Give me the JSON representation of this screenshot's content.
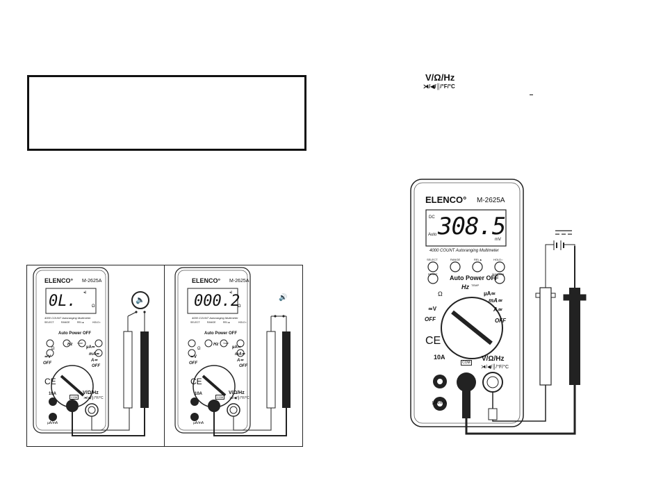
{
  "top_right": {
    "label_vohz": "V/Ω/Hz",
    "label_diode_row": "⧕/◀/║/°F/°C"
  },
  "meters": [
    {
      "brand": "ELENCO°",
      "model": "M-2625A",
      "display": "0L.",
      "display_unit": "Ω",
      "display_flag": "◂)",
      "subtitle": "4000 COUNT Autoranging Multimeter",
      "btn_select": "SELECT",
      "btn_range": "RANGE",
      "btn_rel": "REL▲",
      "btn_hold": "HOLD○",
      "auto_power": "Auto Power OFF",
      "dial_omega": "Ω",
      "dial_hz": "Hz",
      "dial_temp": "TEMP",
      "dial_ua": "µA≃",
      "dial_ma": "mA≃",
      "dial_a": "A≃",
      "dial_v": "≃V",
      "dial_off_left": "OFF",
      "dial_off_right": "OFF",
      "ce": "CE",
      "jack_10a": "10A",
      "jack_com": "COM",
      "jack_vohz": "V/Ω/Hz",
      "jack_vohz_sub": "⧕/◀/║/°F/°C",
      "jack_uama": "µA/mA",
      "side_icon": "speaker-off-icon"
    },
    {
      "brand": "ELENCO°",
      "model": "M-2625A",
      "display": "000.2",
      "display_unit": "Ω",
      "display_flag": "◂)",
      "subtitle": "4000 COUNT Autoranging Multimeter",
      "btn_select": "SELECT",
      "btn_range": "RANGE",
      "btn_rel": "REL▲",
      "btn_hold": "HOLD○",
      "auto_power": "Auto Power OFF",
      "dial_omega": "Ω",
      "dial_hz": "Hz",
      "dial_temp": "TEMP",
      "dial_ua": "µA≃",
      "dial_ma": "mA≃",
      "dial_a": "A≃",
      "dial_v": "≃V",
      "dial_off_left": "OFF",
      "dial_off_right": "OFF",
      "ce": "CE",
      "jack_10a": "10A",
      "jack_com": "COM",
      "jack_vohz": "V/Ω/Hz",
      "jack_vohz_sub": "⧕/◀/║/°F/°C",
      "jack_uama": "µA/mA",
      "side_icon": "speaker-on-icon"
    },
    {
      "brand": "ELENCO°",
      "model": "M-2625A",
      "display": "308.5",
      "display_unit": "mV",
      "display_dc": "DC",
      "display_auto": "Auto",
      "subtitle": "4000 COUNT Autoranging Multimeter",
      "btn_select": "SELECT",
      "btn_range": "RANGE",
      "btn_rel": "REL▲",
      "btn_hold": "HOLD○",
      "btn_reset": "RESET",
      "btn_max": "MAX/MIN",
      "auto_power": "Auto Power OFF",
      "dial_omega": "Ω",
      "dial_hz": "Hz",
      "dial_temp": "TEMP",
      "dial_ua": "µA≃",
      "dial_ma": "mA≃",
      "dial_a": "A≃",
      "dial_v": "≃V",
      "dial_off_left": "OFF",
      "dial_off_right": "OFF",
      "ce": "CE",
      "jack_10a": "10A",
      "jack_com": "COM",
      "jack_vohz": "V/Ω/Hz",
      "jack_vohz_sub": "⧕/◀/║/°F/°C",
      "jack_uama": "µA/mA",
      "side_icon": "dc-source-icon"
    }
  ]
}
